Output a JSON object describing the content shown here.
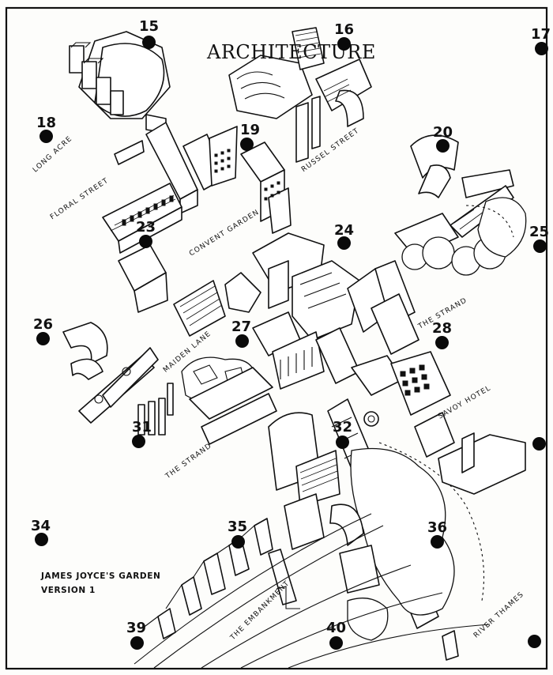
{
  "title": "ARCHITECTURE",
  "caption": {
    "line1": "JAMES JOYCE'S GARDEN",
    "line2": "VERSION 1"
  },
  "streets": {
    "long_acre": "LONG ACRE",
    "floral_street": "FLORAL STREET",
    "russel_street": "RUSSEL STREET",
    "convent_garden": "CONVENT GARDEN",
    "maiden_lane": "MAIDEN LANE",
    "the_strand_east": "THE STRAND",
    "the_strand_west": "THE STRAND",
    "savoy_hotel": "SAVOY HOTEL",
    "the_embankment": "THE EMBANKMENT",
    "river_thames": "RIVER THAMES"
  },
  "markers": {
    "m15": "15",
    "m16": "16",
    "m17": "17",
    "m18": "18",
    "m19": "19",
    "m20": "20",
    "m23": "23",
    "m24": "24",
    "m25": "25",
    "m26": "26",
    "m27": "27",
    "m28": "28",
    "m31": "31",
    "m32": "32",
    "m34": "34",
    "m35": "35",
    "m36": "36",
    "m39": "39",
    "m40": "40"
  }
}
